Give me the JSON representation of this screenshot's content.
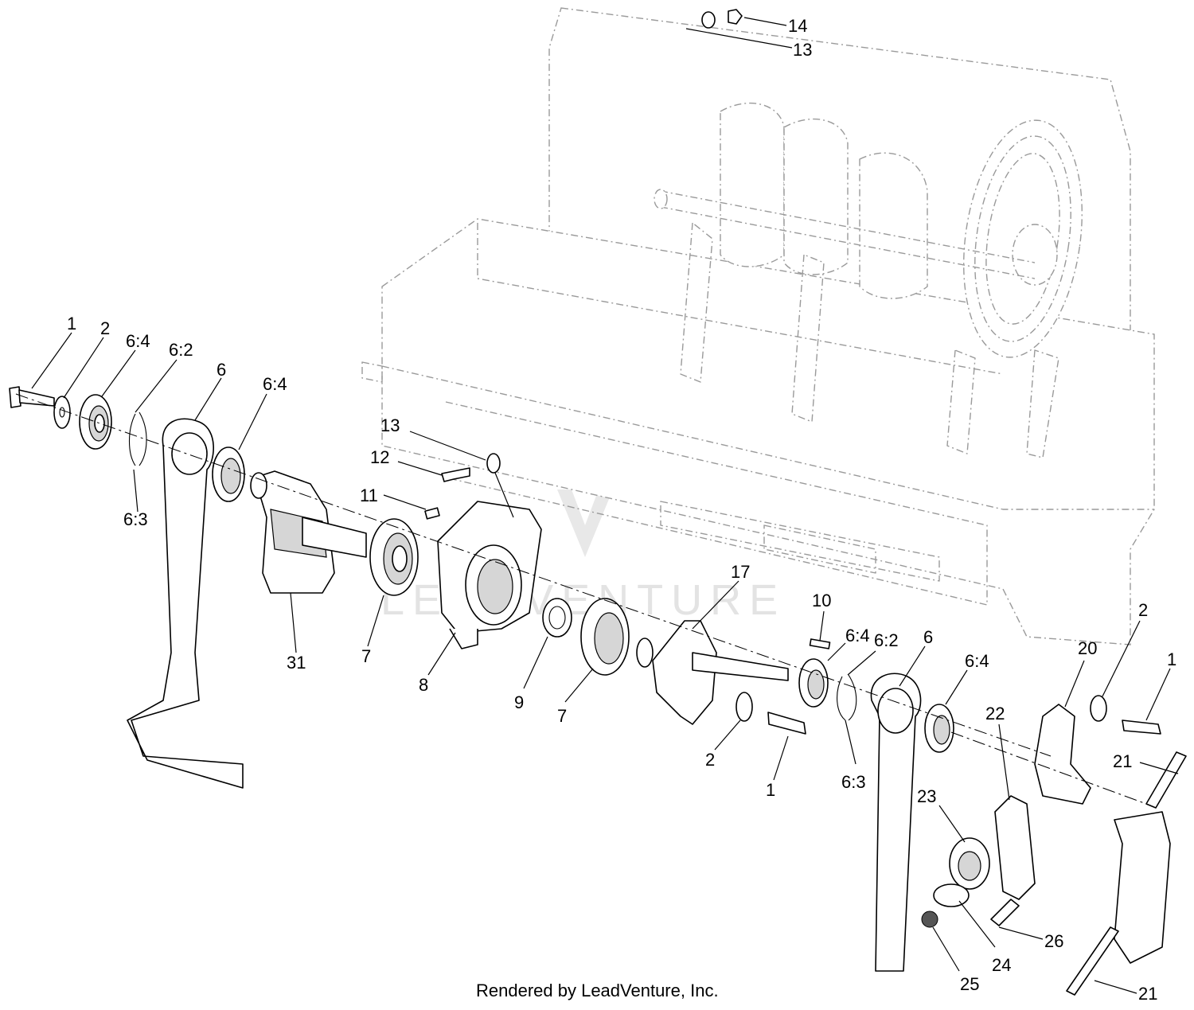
{
  "footer": {
    "credit": "Rendered by LeadVenture, Inc."
  },
  "watermark": {
    "text": "LEADVENTURE",
    "color": "#e3e3e3"
  },
  "callouts": [
    {
      "id": "c14",
      "label": "14"
    },
    {
      "id": "c13a",
      "label": "13"
    },
    {
      "id": "c1a",
      "label": "1"
    },
    {
      "id": "c2a",
      "label": "2"
    },
    {
      "id": "c64a",
      "label": "6:4"
    },
    {
      "id": "c62a",
      "label": "6:2"
    },
    {
      "id": "c6a",
      "label": "6"
    },
    {
      "id": "c64b",
      "label": "6:4"
    },
    {
      "id": "c63a",
      "label": "6:3"
    },
    {
      "id": "c13b",
      "label": "13"
    },
    {
      "id": "c12",
      "label": "12"
    },
    {
      "id": "c11",
      "label": "11"
    },
    {
      "id": "c31",
      "label": "31"
    },
    {
      "id": "c7a",
      "label": "7"
    },
    {
      "id": "c8",
      "label": "8"
    },
    {
      "id": "c17",
      "label": "17"
    },
    {
      "id": "c10",
      "label": "10"
    },
    {
      "id": "c64c",
      "label": "6:4"
    },
    {
      "id": "c62b",
      "label": "6:2"
    },
    {
      "id": "c6b",
      "label": "6"
    },
    {
      "id": "c64d",
      "label": "6:4"
    },
    {
      "id": "c9",
      "label": "9"
    },
    {
      "id": "c7b",
      "label": "7"
    },
    {
      "id": "c2b",
      "label": "2"
    },
    {
      "id": "c1b",
      "label": "1"
    },
    {
      "id": "c63b",
      "label": "6:3"
    },
    {
      "id": "c20",
      "label": "20"
    },
    {
      "id": "c2c",
      "label": "2"
    },
    {
      "id": "c1c",
      "label": "1"
    },
    {
      "id": "c22",
      "label": "22"
    },
    {
      "id": "c21a",
      "label": "21"
    },
    {
      "id": "c23",
      "label": "23"
    },
    {
      "id": "c26",
      "label": "26"
    },
    {
      "id": "c24",
      "label": "24"
    },
    {
      "id": "c25",
      "label": "25"
    },
    {
      "id": "c21b",
      "label": "21"
    }
  ]
}
